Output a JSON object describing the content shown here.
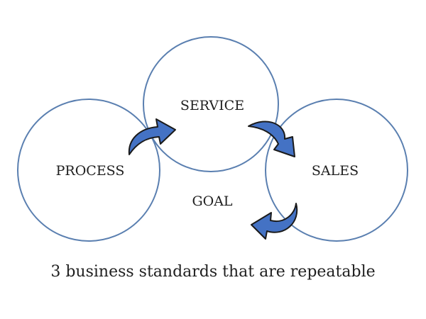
{
  "diagram": {
    "nodes": {
      "service": "SERVICE",
      "process": "PROCESS",
      "sales": "SALES",
      "goal": "GOAL"
    },
    "caption": "3 business standards that are repeatable"
  },
  "colors": {
    "circle_stroke": "#5a7fb0",
    "arrow_fill": "#4472c4",
    "arrow_stroke": "#1a1a1a"
  }
}
